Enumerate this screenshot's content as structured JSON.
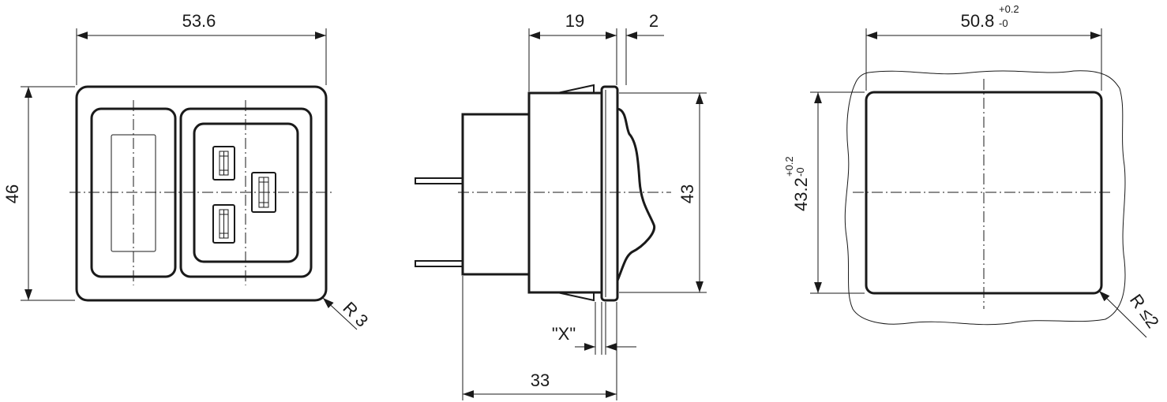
{
  "front_view": {
    "width_label": "53.6",
    "height_label": "46",
    "radius_label": "R 3"
  },
  "side_view": {
    "depth_front_label": "19",
    "flange_label": "2",
    "height_label": "43",
    "x_label": "\"X\"",
    "total_depth_label": "33"
  },
  "cutout_view": {
    "width_label": "50.8",
    "width_tol_upper": "+0.2",
    "width_tol_lower": "-0",
    "height_label": "43.2",
    "height_tol_upper": "+0.2",
    "height_tol_lower": "-0",
    "radius_label": "R ≤2"
  }
}
